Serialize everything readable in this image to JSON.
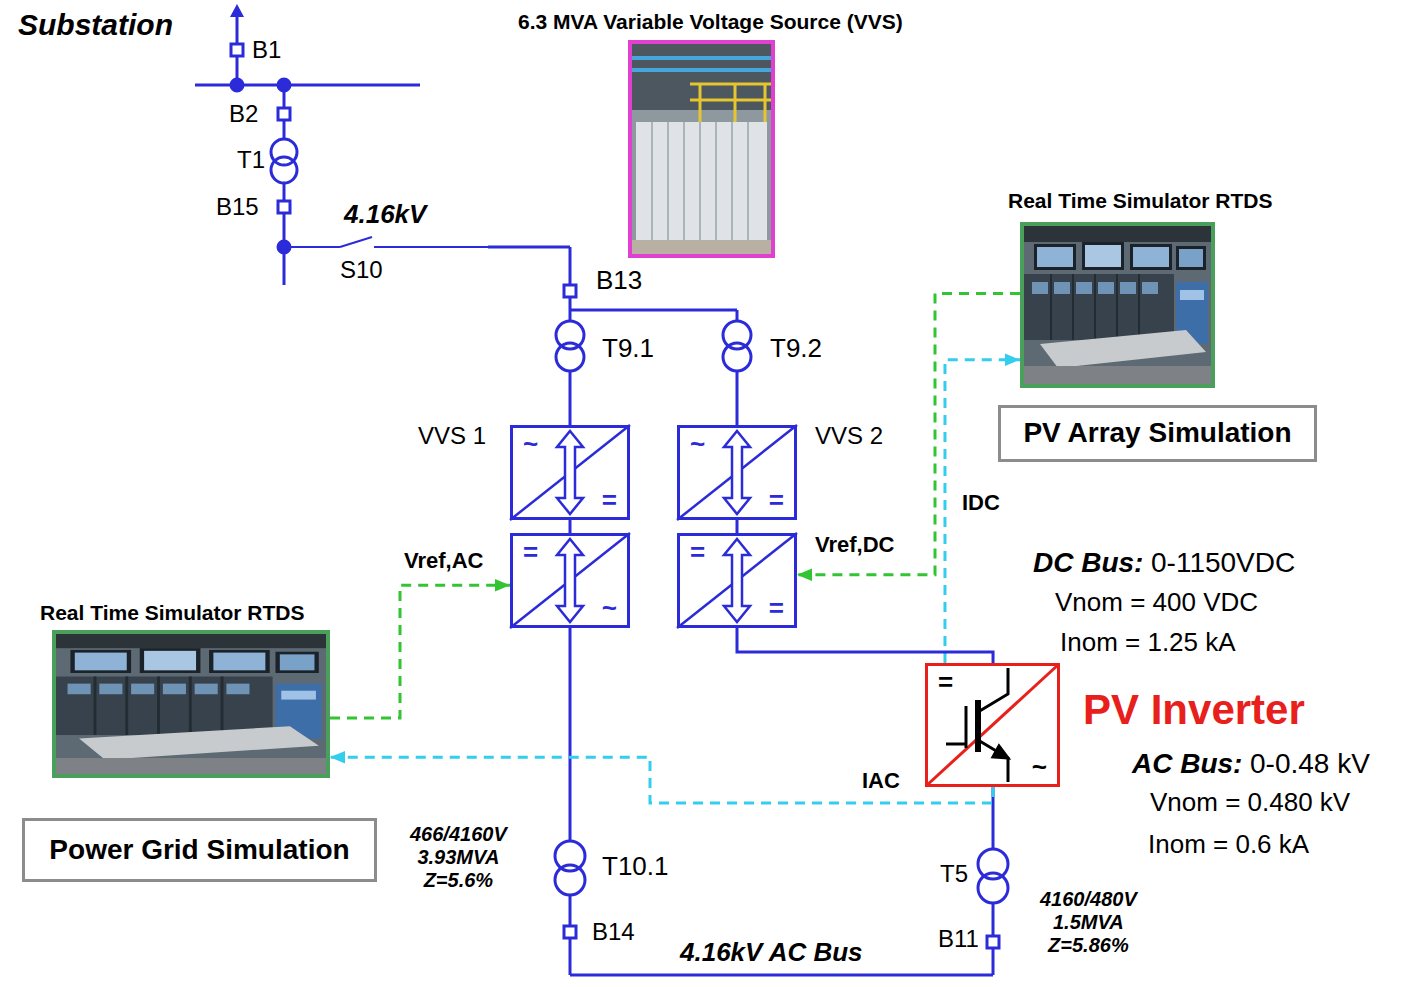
{
  "diagram": {
    "nodes": [
      {
        "text": [
          "6.3 MVA Variable Voltage Source (VVS)"
        ]
      },
      {
        "text": [
          "Real Time Simulator RTDS"
        ]
      },
      {
        "text": [
          "PV Array Simulation"
        ]
      },
      {
        "text": [
          "VVS 1",
          "~",
          "="
        ]
      },
      {
        "text": [
          "VVS 2",
          "~",
          "="
        ]
      },
      {
        "text": [
          "=",
          "~"
        ]
      },
      {
        "text": [
          "=",
          "="
        ]
      },
      {
        "text": [
          "Real Time Simulator RTDS"
        ]
      },
      {
        "text": [
          "PV Inverter",
          "=",
          "~"
        ]
      },
      {
        "text": [
          "Power Grid Simulation"
        ]
      }
    ],
    "edges": [
      {
        "from": 3,
        "to": 5,
        "arrow": "none"
      },
      {
        "from": 4,
        "to": 6,
        "arrow": "none"
      },
      {
        "from": 1,
        "to": 6,
        "label": "Vref,DC",
        "arrow": "to"
      },
      {
        "from": 7,
        "to": 5,
        "label": "Vref,AC",
        "arrow": "to"
      },
      {
        "from": 8,
        "to": 1,
        "label": "IDC",
        "arrow": "to"
      },
      {
        "from": 6,
        "to": 8,
        "arrow": "none"
      },
      {
        "from": 8,
        "to": 7,
        "label": "IAC",
        "arrow": "to"
      }
    ],
    "labels": [
      "Substation",
      "B1",
      "B2",
      "T1",
      "B15",
      "4.16kV",
      "S10",
      "B13",
      "T9.1",
      "T9.2",
      "DC Bus:",
      "0-1150VDC",
      "Vnom = 400 VDC",
      "Inom = 1.25 kA",
      "AC Bus:",
      "0-0.48 kV",
      "Vnom = 0.480 kV",
      "Inom = 0.6 kA",
      "466/4160V 3.93MVA Z=5.6%",
      "T10.1",
      "B14",
      "4.16kV AC Bus",
      "B11",
      "T5",
      "4160/480V 1.5MVA Z=5.86%"
    ]
  }
}
